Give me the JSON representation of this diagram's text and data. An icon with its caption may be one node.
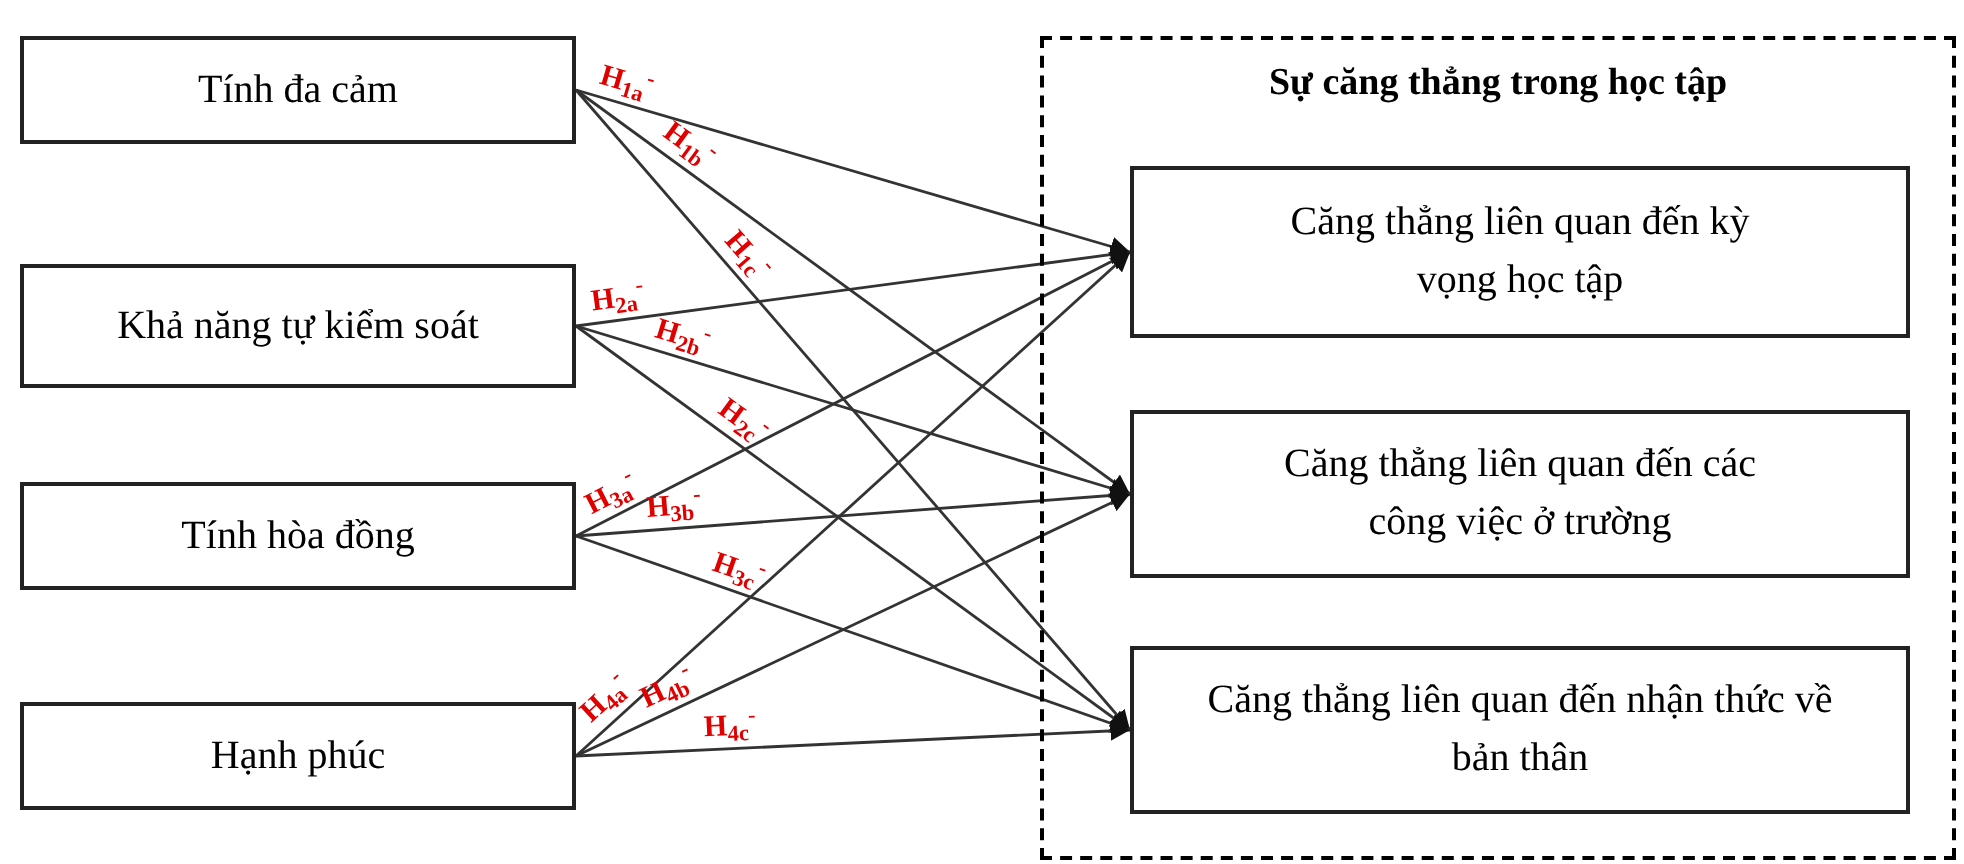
{
  "diagram": {
    "nodes": [
      {
        "text": [
          "Tính đa cảm"
        ]
      },
      {
        "text": [
          "Khả năng tự kiểm soát"
        ]
      },
      {
        "text": [
          "Tính hòa đồng"
        ]
      },
      {
        "text": [
          "Hạnh phúc"
        ]
      },
      {
        "text": [
          "Sự căng thẳng trong học tập"
        ]
      },
      {
        "text": [
          "Căng thẳng liên quan đến kỳ vọng học tập"
        ],
        "in": 4
      },
      {
        "text": [
          "Căng thẳng liên quan đến các công việc ở trường"
        ],
        "in": 4
      },
      {
        "text": [
          "Căng thẳng liên quan đến nhận thức về bản thân"
        ],
        "in": 4
      }
    ],
    "edges": [
      {
        "from": 0,
        "to": 5,
        "arrow": "to",
        "label": "H$_{1a}$$^{-}$"
      },
      {
        "from": 0,
        "to": 6,
        "arrow": "to",
        "label": "H$_{1b}$$^{-}$"
      },
      {
        "from": 0,
        "to": 7,
        "arrow": "to",
        "label": "H$_{1c}$$^{-}$"
      },
      {
        "from": 1,
        "to": 5,
        "arrow": "to",
        "label": "H$_{2a}$$^{-}$"
      },
      {
        "from": 1,
        "to": 6,
        "arrow": "to",
        "label": "H$_{2b}$$^{-}$"
      },
      {
        "from": 1,
        "to": 7,
        "arrow": "to",
        "label": "H$_{2c}$$^{-}$"
      },
      {
        "from": 2,
        "to": 5,
        "arrow": "to",
        "label": "H$_{3a}$$^{-}$"
      },
      {
        "from": 2,
        "to": 6,
        "arrow": "to",
        "label": "H$_{3b}$$^{-}$"
      },
      {
        "from": 2,
        "to": 7,
        "arrow": "to",
        "label": "H$_{3c}$$^{-}$"
      },
      {
        "from": 3,
        "to": 5,
        "arrow": "to",
        "label": "H$_{4a}$$^{-}$"
      },
      {
        "from": 3,
        "to": 6,
        "arrow": "to",
        "label": "H$_{4b}$$^{-}$"
      },
      {
        "from": 3,
        "to": 7,
        "arrow": "to",
        "label": "H$_{4c}$$^{-}$"
      }
    ]
  }
}
